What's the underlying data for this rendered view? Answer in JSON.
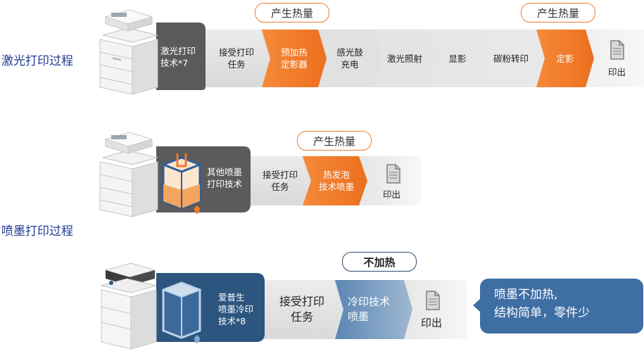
{
  "laser": {
    "side_label": "激光打印过程",
    "heat_badge_1": "产生热量",
    "heat_badge_2": "产生热量",
    "tech_label": "激光打印\n技术*7",
    "steps": [
      "接受打印\n任务",
      "预加热\n定影器",
      "感光鼓\n充电",
      "激光照射",
      "显影",
      "碳粉转印",
      "定影"
    ],
    "output_label": "印出"
  },
  "inkjet": {
    "side_label": "喷墨打印过程",
    "heat_badge": "产生热量",
    "tech_label": "其他喷墨\n打印技术",
    "steps": [
      "接受打印\n任务",
      "热发泡\n技术喷墨"
    ],
    "output_label": "印出"
  },
  "epson": {
    "no_heat_badge": "不加热",
    "tech_label": "爱普生\n喷墨冷印\n技术*8",
    "steps": [
      "接受打印\n任务",
      "冷印技术\n喷墨"
    ],
    "output_label": "印出",
    "callout": "喷墨不加热,\n结构简单，零件少"
  },
  "colors": {
    "orange": "#f07a2a",
    "gray_arrow": "#dcdcdc",
    "dark_tech": "#5b5b5b",
    "blue_tech": "#2c5580",
    "callout_blue": "#3e6ea4",
    "label_blue": "#1f3a93"
  },
  "icons": [
    "printer-icon",
    "ink-tank-icon",
    "document-icon"
  ]
}
